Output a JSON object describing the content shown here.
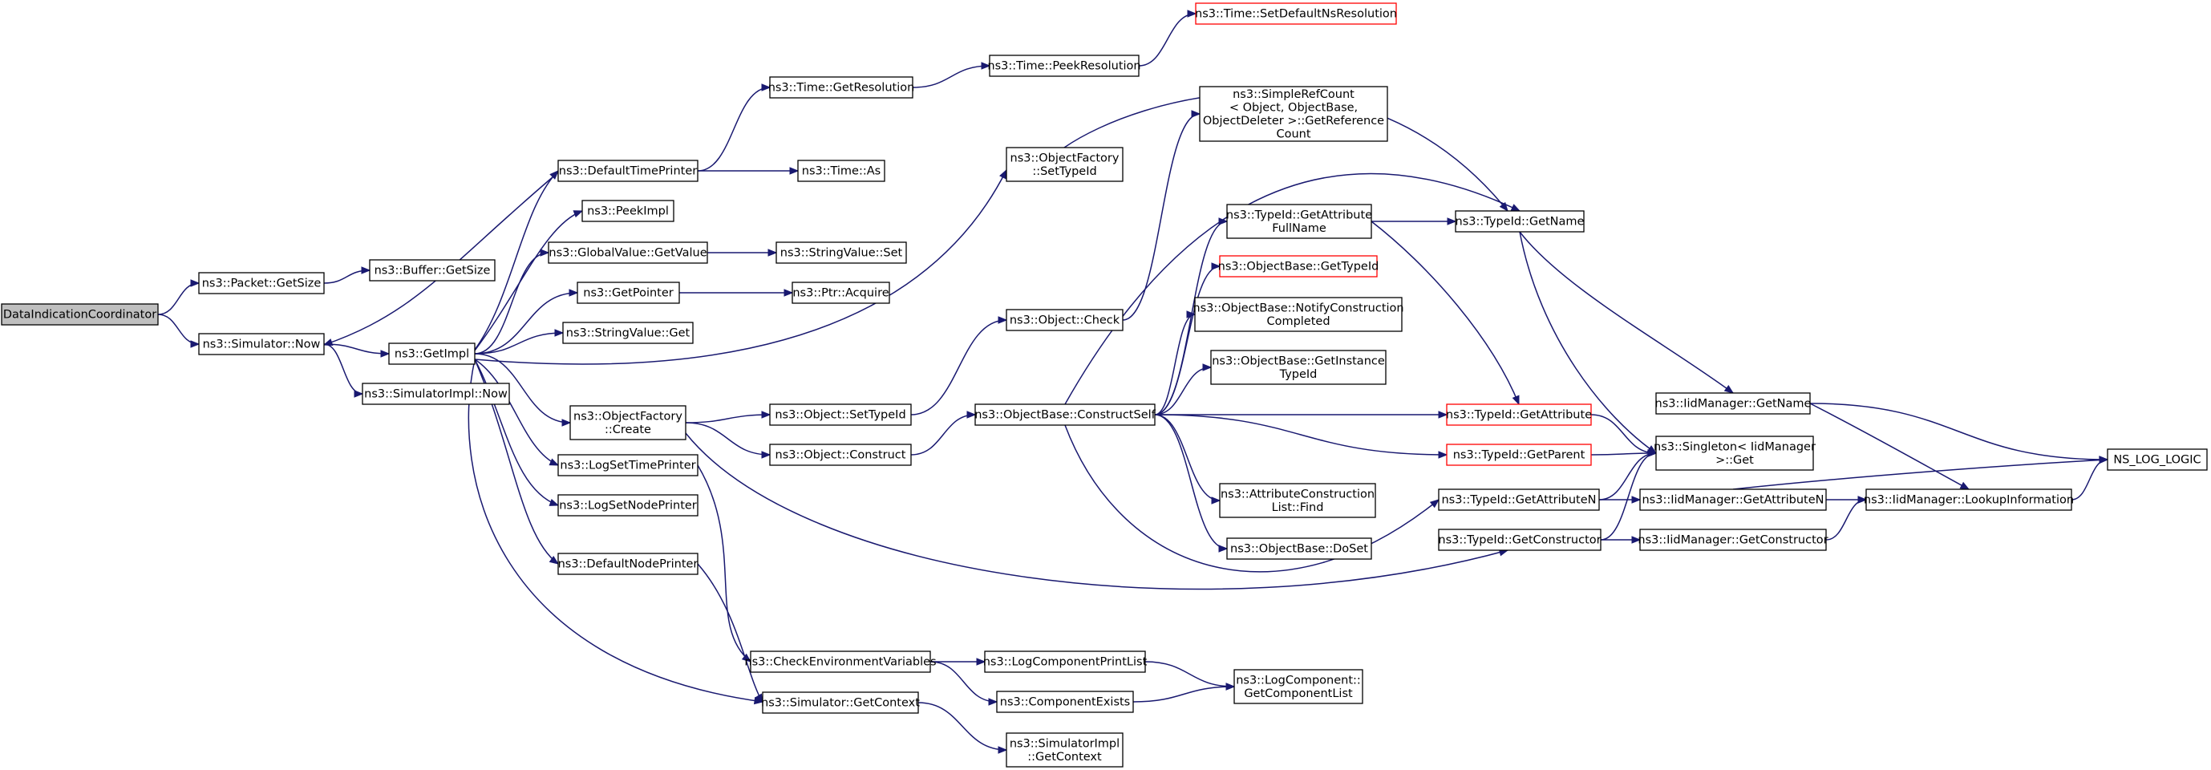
{
  "graph": {
    "edge_color": "#191970",
    "red_border_color": "#ff0000",
    "root_fill": "#bfbfbf",
    "nodes": [
      {
        "id": "root",
        "lines": [
          "DataIndicationCoordinator"
        ]
      },
      {
        "id": "pkt_getsize",
        "lines": [
          "ns3::Packet::GetSize"
        ]
      },
      {
        "id": "buf_getsize",
        "lines": [
          "ns3::Buffer::GetSize"
        ]
      },
      {
        "id": "sim_now",
        "lines": [
          "ns3::Simulator::Now"
        ]
      },
      {
        "id": "getimpl",
        "lines": [
          "ns3::GetImpl"
        ]
      },
      {
        "id": "simimpl_now",
        "lines": [
          "ns3::SimulatorImpl::Now"
        ]
      },
      {
        "id": "deftimeprinter",
        "lines": [
          "ns3::DefaultTimePrinter"
        ]
      },
      {
        "id": "peekimpl",
        "lines": [
          "ns3::PeekImpl"
        ]
      },
      {
        "id": "gv_getvalue",
        "lines": [
          "ns3::GlobalValue::GetValue"
        ]
      },
      {
        "id": "getpointer",
        "lines": [
          "ns3::GetPointer"
        ]
      },
      {
        "id": "sv_get",
        "lines": [
          "ns3::StringValue::Get"
        ]
      },
      {
        "id": "of_create",
        "lines": [
          "ns3::ObjectFactory",
          "::Create"
        ]
      },
      {
        "id": "logsettime",
        "lines": [
          "ns3::LogSetTimePrinter"
        ]
      },
      {
        "id": "logsetnode",
        "lines": [
          "ns3::LogSetNodePrinter"
        ]
      },
      {
        "id": "defnodeprinter",
        "lines": [
          "ns3::DefaultNodePrinter"
        ]
      },
      {
        "id": "time_getres",
        "lines": [
          "ns3::Time::GetResolution"
        ]
      },
      {
        "id": "time_as",
        "lines": [
          "ns3::Time::As"
        ]
      },
      {
        "id": "sv_set",
        "lines": [
          "ns3::StringValue::Set"
        ]
      },
      {
        "id": "ptr_acquire",
        "lines": [
          "ns3::Ptr::Acquire"
        ]
      },
      {
        "id": "obj_settypeid",
        "lines": [
          "ns3::Object::SetTypeId"
        ]
      },
      {
        "id": "obj_construct",
        "lines": [
          "ns3::Object::Construct"
        ]
      },
      {
        "id": "checkenv",
        "lines": [
          "ns3::CheckEnvironmentVariables"
        ]
      },
      {
        "id": "sim_getcontext",
        "lines": [
          "ns3::Simulator::GetContext"
        ]
      },
      {
        "id": "time_peekres",
        "lines": [
          "ns3::Time::PeekResolution"
        ]
      },
      {
        "id": "of_settypeid",
        "lines": [
          "ns3::ObjectFactory",
          "::SetTypeId"
        ]
      },
      {
        "id": "obj_check",
        "lines": [
          "ns3::Object::Check"
        ]
      },
      {
        "id": "ob_constructself",
        "lines": [
          "ns3::ObjectBase::ConstructSelf"
        ]
      },
      {
        "id": "logcompprintlist",
        "lines": [
          "ns3::LogComponentPrintList"
        ]
      },
      {
        "id": "compexists",
        "lines": [
          "ns3::ComponentExists"
        ]
      },
      {
        "id": "simimpl_getcontext",
        "lines": [
          "ns3::SimulatorImpl",
          "::GetContext"
        ]
      },
      {
        "id": "time_setdefres",
        "lines": [
          "ns3::Time::SetDefaultNsResolution"
        ],
        "red": true
      },
      {
        "id": "simplerefcount",
        "lines": [
          "ns3::SimpleRefCount",
          "< Object, ObjectBase,",
          "ObjectDeleter >::GetReference",
          "Count"
        ]
      },
      {
        "id": "tid_getattrfullname",
        "lines": [
          "ns3::TypeId::GetAttribute",
          "FullName"
        ]
      },
      {
        "id": "ob_gettypeid",
        "lines": [
          "ns3::ObjectBase::GetTypeId"
        ],
        "red": true
      },
      {
        "id": "ob_notify",
        "lines": [
          "ns3::ObjectBase::NotifyConstruction",
          "Completed"
        ]
      },
      {
        "id": "ob_getinstancetypeid",
        "lines": [
          "ns3::ObjectBase::GetInstance",
          "TypeId"
        ]
      },
      {
        "id": "acl_find",
        "lines": [
          "ns3::AttributeConstruction",
          "List::Find"
        ]
      },
      {
        "id": "ob_doset",
        "lines": [
          "ns3::ObjectBase::DoSet"
        ]
      },
      {
        "id": "logcomp_getlist",
        "lines": [
          "ns3::LogComponent::",
          "GetComponentList"
        ]
      },
      {
        "id": "tid_getname",
        "lines": [
          "ns3::TypeId::GetName"
        ]
      },
      {
        "id": "tid_getattribute",
        "lines": [
          "ns3::TypeId::GetAttribute"
        ],
        "red": true
      },
      {
        "id": "tid_getparent",
        "lines": [
          "ns3::TypeId::GetParent"
        ],
        "red": true
      },
      {
        "id": "tid_getattributen",
        "lines": [
          "ns3::TypeId::GetAttributeN"
        ]
      },
      {
        "id": "tid_getconstructor",
        "lines": [
          "ns3::TypeId::GetConstructor"
        ]
      },
      {
        "id": "iid_getname",
        "lines": [
          "ns3::IidManager::GetName"
        ]
      },
      {
        "id": "singleton_get",
        "lines": [
          "ns3::Singleton< IidManager",
          ">::Get"
        ]
      },
      {
        "id": "iid_getattributen",
        "lines": [
          "ns3::IidManager::GetAttributeN"
        ]
      },
      {
        "id": "iid_getconstructor",
        "lines": [
          "ns3::IidManager::GetConstructor"
        ]
      },
      {
        "id": "iid_lookup",
        "lines": [
          "ns3::IidManager::LookupInformation"
        ]
      },
      {
        "id": "ns_log_logic",
        "lines": [
          "NS_LOG_LOGIC"
        ]
      }
    ],
    "edges": [
      [
        "root",
        "pkt_getsize"
      ],
      [
        "root",
        "sim_now"
      ],
      [
        "pkt_getsize",
        "buf_getsize"
      ],
      [
        "sim_now",
        "getimpl"
      ],
      [
        "sim_now",
        "simimpl_now"
      ],
      [
        "getimpl",
        "deftimeprinter"
      ],
      [
        "getimpl",
        "peekimpl"
      ],
      [
        "getimpl",
        "gv_getvalue"
      ],
      [
        "getimpl",
        "getpointer"
      ],
      [
        "getimpl",
        "sv_get"
      ],
      [
        "getimpl",
        "of_create"
      ],
      [
        "getimpl",
        "logsettime"
      ],
      [
        "getimpl",
        "logsetnode"
      ],
      [
        "getimpl",
        "defnodeprinter"
      ],
      [
        "getimpl",
        "of_settypeid"
      ],
      [
        "getimpl",
        "sim_getcontext"
      ],
      [
        "deftimeprinter",
        "sim_now"
      ],
      [
        "deftimeprinter",
        "time_getres"
      ],
      [
        "deftimeprinter",
        "time_as"
      ],
      [
        "time_getres",
        "time_peekres"
      ],
      [
        "time_peekres",
        "time_setdefres"
      ],
      [
        "gv_getvalue",
        "sv_set"
      ],
      [
        "getpointer",
        "ptr_acquire"
      ],
      [
        "of_create",
        "obj_settypeid"
      ],
      [
        "of_create",
        "obj_construct"
      ],
      [
        "of_create",
        "tid_getconstructor"
      ],
      [
        "logsettime",
        "checkenv"
      ],
      [
        "defnodeprinter",
        "sim_getcontext"
      ],
      [
        "obj_settypeid",
        "obj_check"
      ],
      [
        "obj_construct",
        "ob_constructself"
      ],
      [
        "obj_check",
        "simplerefcount"
      ],
      [
        "of_settypeid",
        "tid_getname"
      ],
      [
        "checkenv",
        "logcompprintlist"
      ],
      [
        "checkenv",
        "compexists"
      ],
      [
        "sim_getcontext",
        "simimpl_getcontext"
      ],
      [
        "logcompprintlist",
        "logcomp_getlist"
      ],
      [
        "compexists",
        "logcomp_getlist"
      ],
      [
        "ob_constructself",
        "tid_getattrfullname"
      ],
      [
        "ob_constructself",
        "ob_gettypeid"
      ],
      [
        "ob_constructself",
        "ob_notify"
      ],
      [
        "ob_constructself",
        "ob_getinstancetypeid"
      ],
      [
        "ob_constructself",
        "acl_find"
      ],
      [
        "ob_constructself",
        "ob_doset"
      ],
      [
        "ob_constructself",
        "tid_getattribute"
      ],
      [
        "ob_constructself",
        "tid_getparent"
      ],
      [
        "ob_constructself",
        "tid_getattributen"
      ],
      [
        "ob_constructself",
        "tid_getname"
      ],
      [
        "tid_getattrfullname",
        "tid_getname"
      ],
      [
        "tid_getattrfullname",
        "tid_getattribute"
      ],
      [
        "tid_getname",
        "iid_getname"
      ],
      [
        "tid_getname",
        "singleton_get"
      ],
      [
        "tid_getattribute",
        "singleton_get"
      ],
      [
        "tid_getparent",
        "singleton_get"
      ],
      [
        "tid_getattributen",
        "singleton_get"
      ],
      [
        "tid_getattributen",
        "iid_getattributen"
      ],
      [
        "tid_getconstructor",
        "singleton_get"
      ],
      [
        "tid_getconstructor",
        "iid_getconstructor"
      ],
      [
        "iid_getname",
        "iid_lookup"
      ],
      [
        "iid_getname",
        "ns_log_logic"
      ],
      [
        "iid_getattributen",
        "iid_lookup"
      ],
      [
        "iid_getattributen",
        "ns_log_logic"
      ],
      [
        "iid_getconstructor",
        "iid_lookup"
      ],
      [
        "iid_lookup",
        "ns_log_logic"
      ]
    ]
  }
}
